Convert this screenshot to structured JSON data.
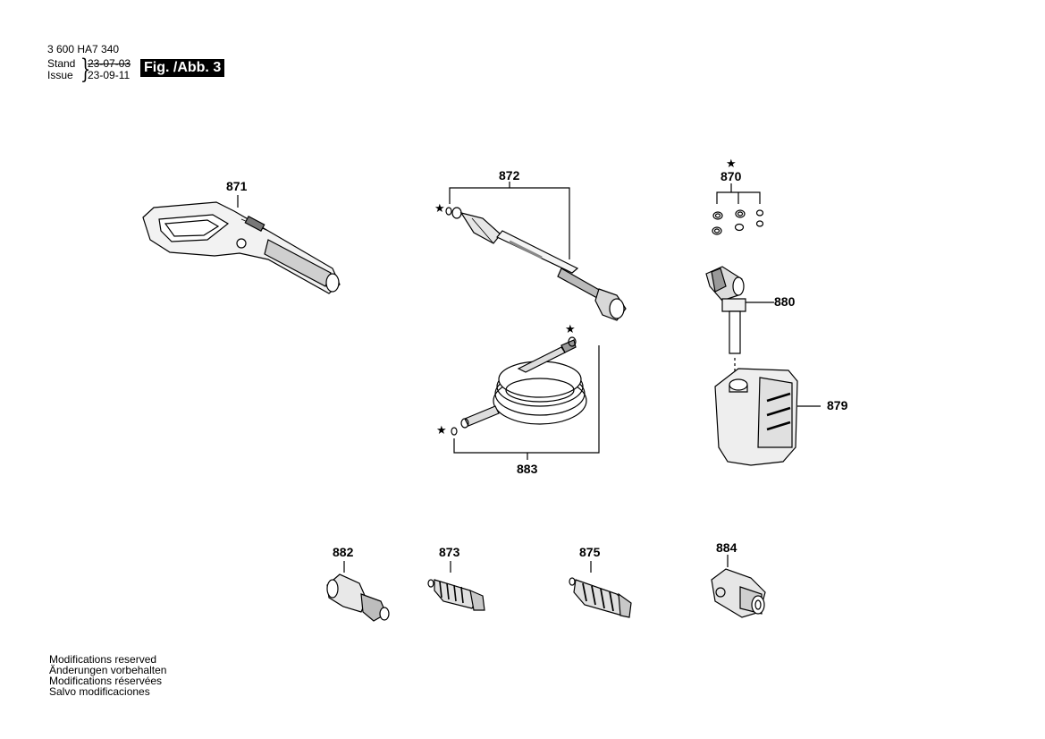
{
  "header": {
    "part_number": "3 600 HA7 340",
    "stand_label": "Stand",
    "issue_label": "Issue",
    "stand_date": "23-07-03",
    "issue_date": "23-09-11",
    "figure_label": "Fig. /Abb. 3"
  },
  "parts": {
    "p871": "871",
    "p872": "872",
    "p870": "870",
    "p880": "880",
    "p879": "879",
    "p883": "883",
    "p882": "882",
    "p873": "873",
    "p875": "875",
    "p884": "884"
  },
  "marker_symbol": "★",
  "footer": {
    "line1": "Modifications reserved",
    "line2": "Änderungen vorbehalten",
    "line3": "Modifications réservées",
    "line4": "Salvo modificaciones"
  }
}
